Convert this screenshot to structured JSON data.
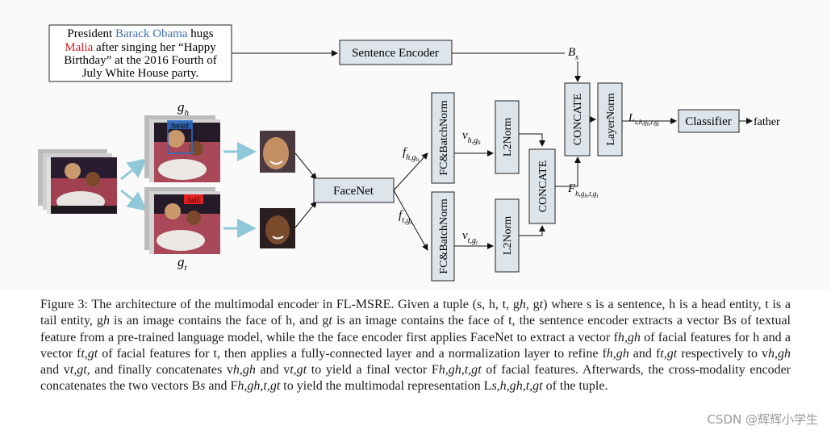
{
  "sentence": {
    "line1_a": "President ",
    "line1_b": "Barack Obama",
    "line1_c": " hugs",
    "line2_a": "Malia",
    "line2_b": " after singing her “Happy",
    "line3": "Birthday”  at the 2016 Fourth of",
    "line4": "July White House party."
  },
  "blocks": {
    "sentence_encoder": "Sentence Encoder",
    "facenet": "FaceNet",
    "fc_bn": "FC&BatchNorm",
    "l2norm": "L2Norm",
    "concat": "CONCATE",
    "layernorm": "LayerNorm",
    "classifier": "Classifier",
    "output": "father"
  },
  "labels": {
    "g": "g",
    "h": "h",
    "t": "t",
    "f": "f",
    "v": "v",
    "F": "F",
    "L": "L",
    "B": "B",
    "s": "s",
    "sub_fh": "h,g",
    "sub_ft": "t,g",
    "sub_F": "h,g",
    "sub_F2": ",t,g",
    "sub_L": "s,h,g",
    "sub_L2": ",t,g",
    "tag_head": "head",
    "tag_tail": "tail"
  },
  "colors": {
    "barack": "#3a6fb0",
    "malia": "#d42020",
    "head_box": "#2b6cc4",
    "tail_box": "#e02020",
    "arrow_teal": "#8fc8d8"
  },
  "caption": {
    "s1": "Figure 3: The architecture of the multimodal encoder in FL-MSRE. Given a tuple (s, h, t, g",
    "s1b": "h",
    "s1c": ", g",
    "s1d": "t",
    "s1e": ") where s is a sentence, h is a head entity, t is a tail entity, g",
    "s2": " is an image contains the face of h, and g",
    "s3": " is an image contains the face of t, the sentence encoder extracts a vector B",
    "s4": " of textual feature from a pre-trained language model, while the the face encoder first applies FaceNet to extract a vector f",
    "s5": " of facial features for h and a vector f",
    "s6": " of facial features for t, then applies a fully-connected layer and a normalization layer to refine f",
    "s7": " and f",
    "s8": " respectively to v",
    "s9": " and v",
    "s10": ", and finally concatenates v",
    "s11": " and v",
    "s12": " to yield a final vector F",
    "s13": " of facial features. Afterwards, the cross-modality encoder concatenates the two vectors B",
    "s14": " and F",
    "s15": " to yield the multimodal representation L",
    "s16": " of the tuple."
  },
  "watermark": "CSDN @辉辉小学生"
}
